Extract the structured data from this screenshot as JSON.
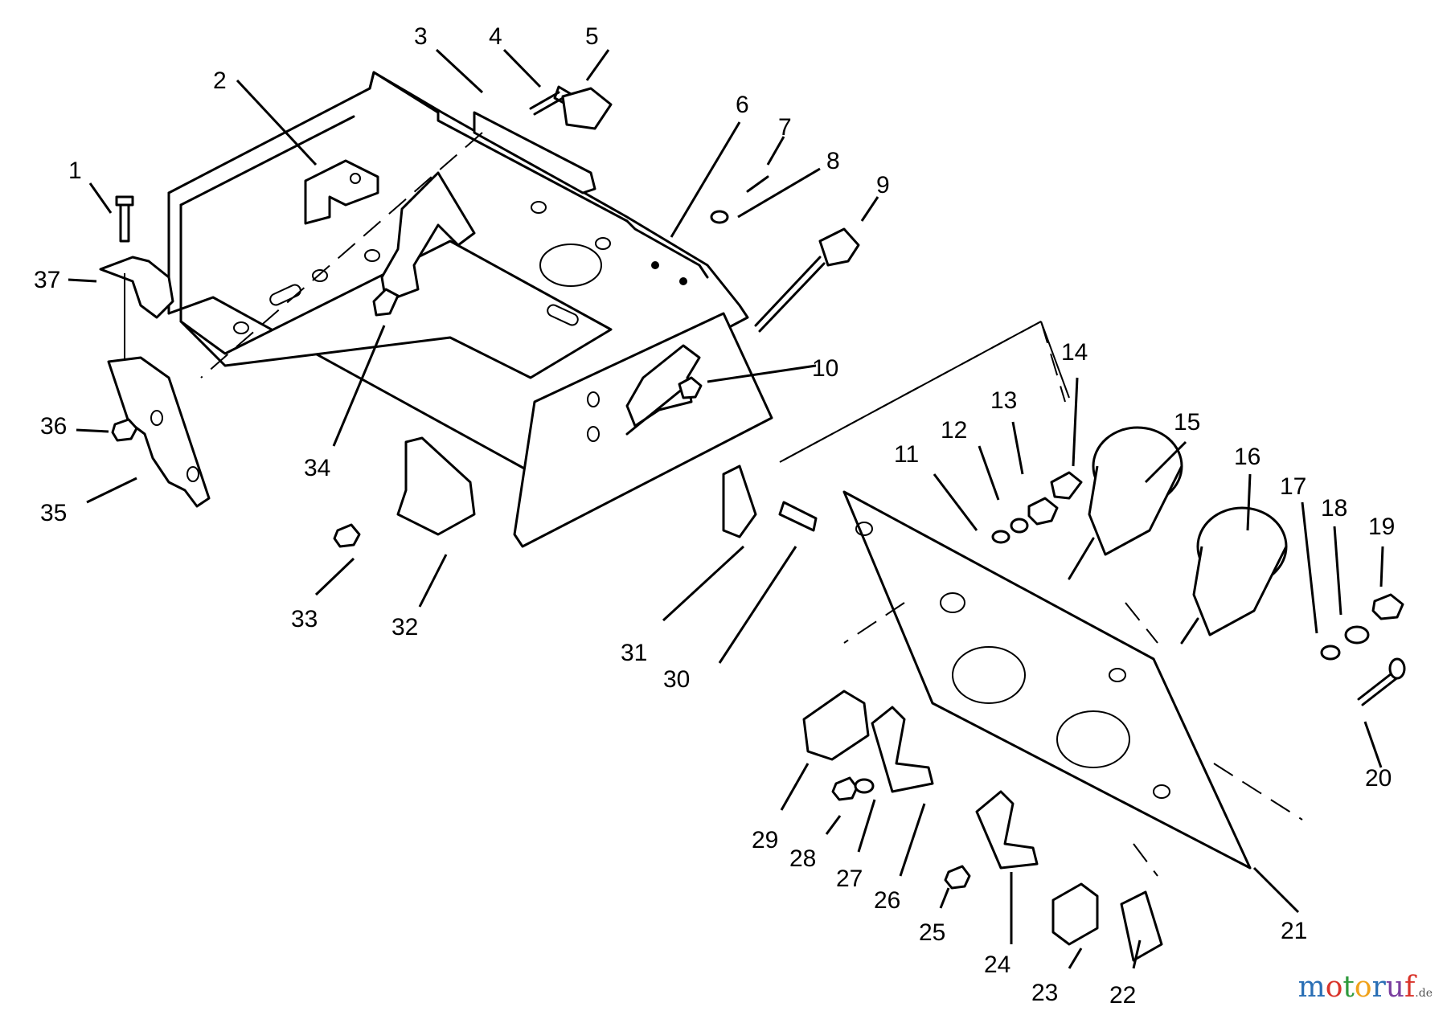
{
  "callouts": [
    "1",
    "2",
    "3",
    "4",
    "5",
    "6",
    "7",
    "8",
    "9",
    "10",
    "11",
    "12",
    "13",
    "14",
    "15",
    "16",
    "17",
    "18",
    "19",
    "20",
    "21",
    "22",
    "23",
    "24",
    "25",
    "26",
    "27",
    "28",
    "29",
    "30",
    "31",
    "32",
    "33",
    "34",
    "35",
    "36",
    "37"
  ],
  "watermark": {
    "brand": "motoruf",
    "domain": ".de",
    "letter_colors": [
      "#2a6fb5",
      "#d9342b",
      "#2e9a3c",
      "#f0a21b",
      "#2a6fb5",
      "#7b3fa0",
      "#d9342b"
    ]
  }
}
